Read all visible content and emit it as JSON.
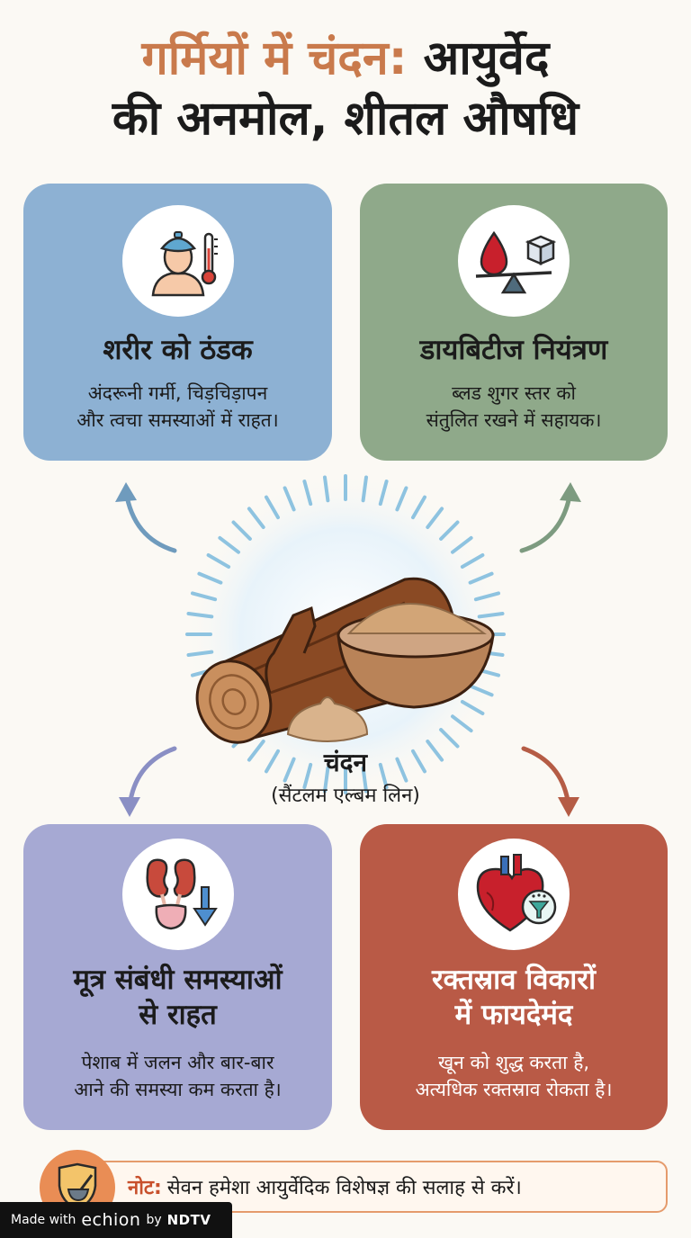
{
  "title": {
    "line1_accent": "गर्मियों में चंदन:",
    "line1_rest": "आयुर्वेद",
    "line2": "की अनमोल, शीतल औषधि"
  },
  "cards": [
    {
      "heading": "शरीर को ठंडक",
      "text_lines": [
        "अंदरूनी गर्मी, चिड़चिड़ापन",
        "और त्वचा समस्याओं में राहत।"
      ],
      "icon": "cool-body-thermometer-icon",
      "color": "#8db1d3"
    },
    {
      "heading": "डायबिटीज नियंत्रण",
      "text_lines": [
        "ब्लड शुगर स्तर को",
        "संतुलित रखने में सहायक।"
      ],
      "icon": "blood-sugar-balance-icon",
      "color": "#8fa98a"
    },
    {
      "heading_lines": [
        "मूत्र संबंधी समस्याओं",
        "से राहत"
      ],
      "text_lines": [
        "पेशाब में जलन और बार-बार",
        "आने की समस्या कम करता है।"
      ],
      "icon": "kidney-bladder-icon",
      "color": "#a6a9d3"
    },
    {
      "heading_lines": [
        "रक्तस्राव विकारों",
        "में फायदेमंद"
      ],
      "text_lines": [
        "खून को शुद्ध करता है,",
        "अत्यधिक रक्तस्राव रोकता है।"
      ],
      "icon": "heart-filter-icon",
      "color": "#b95a46"
    }
  ],
  "center": {
    "name": "चंदन",
    "subtitle": "(सैंटलम एल्बम लिन)",
    "icon": "sandalwood-log-powder-icon"
  },
  "note": {
    "label": "नोट:",
    "text": "सेवन हमेशा आयुर्वेदिक विशेषज्ञ की सलाह से करें।",
    "icon": "shield-mortar-icon"
  },
  "footer": {
    "made_with": "Made with",
    "brand": "echion",
    "by": "by",
    "partner": "NDTV"
  },
  "colors": {
    "accent": "#c97a4c",
    "note_label": "#c8502c",
    "background": "#fbf9f4"
  }
}
